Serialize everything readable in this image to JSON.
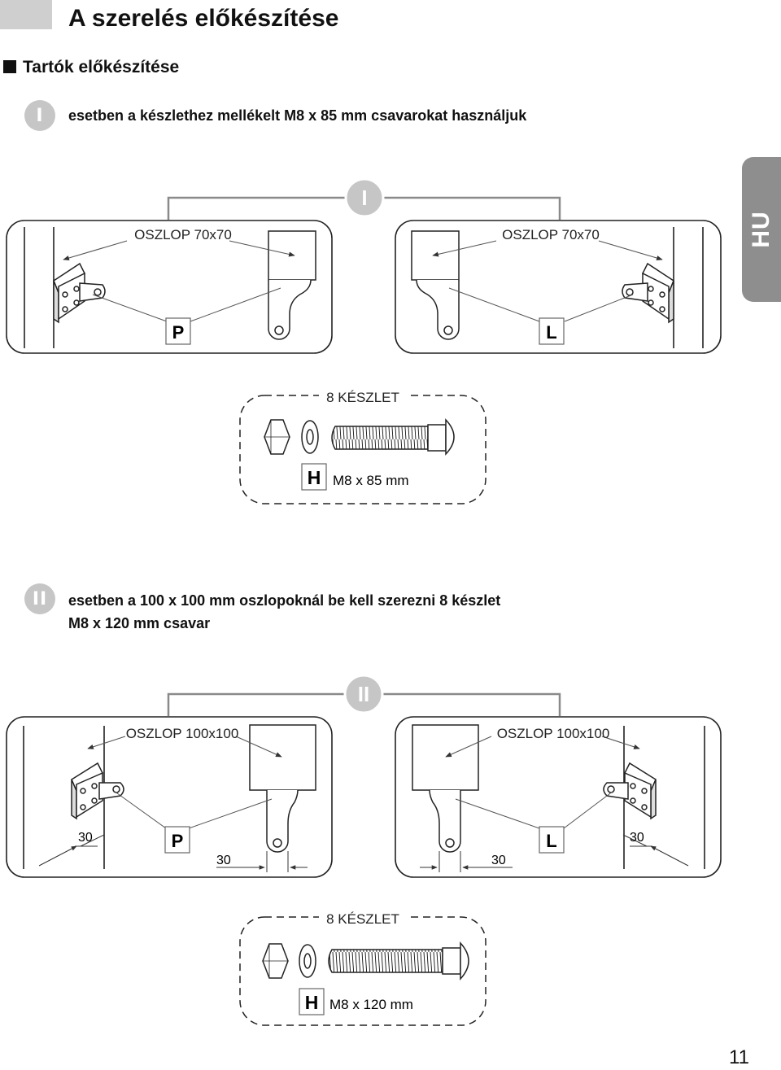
{
  "header": {
    "title": "A szerelés előkészítése"
  },
  "section": {
    "title": "Tartók előkészítése"
  },
  "option_i": {
    "roman": "I",
    "text": "esetben a készlethez mellékelt M8 x 85 mm csavarokat használjuk",
    "diagram": {
      "roman": "I",
      "post_label_left": "OSZLOP 70x70",
      "post_label_right": "OSZLOP 70x70",
      "tag_left": "P",
      "tag_right": "L"
    },
    "kit": {
      "count_label": "8 KÉSZLET",
      "tag": "H",
      "size": "M8 x 85 mm"
    }
  },
  "option_ii": {
    "roman": "II",
    "text_line1": "esetben a 100 x 100 mm oszlopoknál be kell szerezni 8 készlet",
    "text_line2": "M8 x 120 mm csavar",
    "diagram": {
      "roman": "II",
      "post_label_left": "OSZLOP 100x100",
      "post_label_right": "OSZLOP 100x100",
      "tag_left": "P",
      "tag_right": "L",
      "dimension": "30"
    },
    "kit": {
      "count_label": "8 KÉSZLET",
      "tag": "H",
      "size": "M8 x 120 mm"
    }
  },
  "side_tab": {
    "label": "HU"
  },
  "footer": {
    "page_number": "11"
  },
  "colors": {
    "badge_gray": "#c6c6c6",
    "tab_gray": "#8e8e8e",
    "header_box": "#cfcfcf"
  }
}
